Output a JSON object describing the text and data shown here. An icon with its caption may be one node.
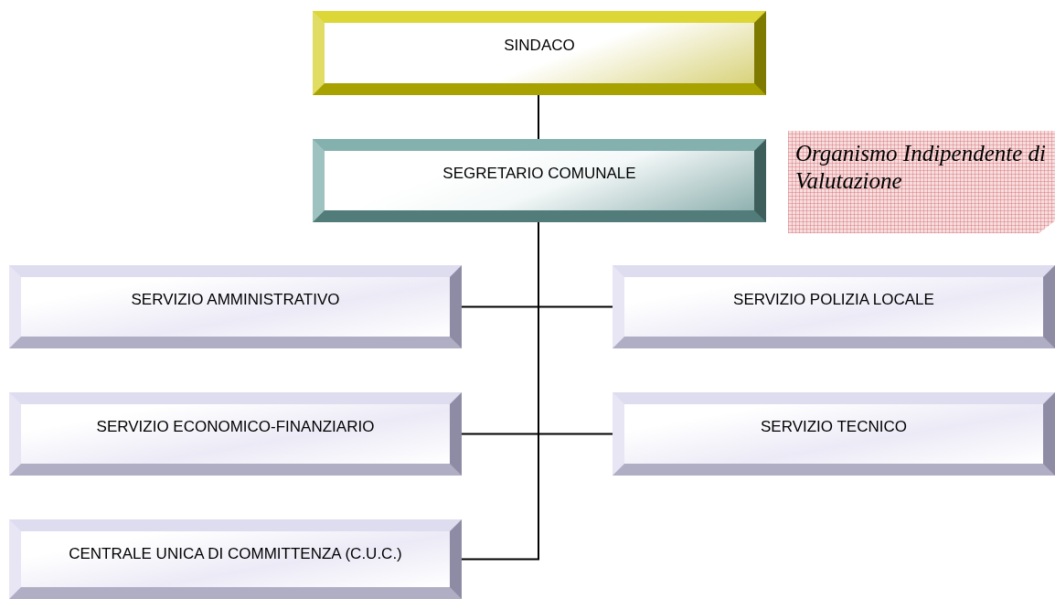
{
  "diagram": {
    "nodes": [
      {
        "text": [
          "SINDACO"
        ]
      },
      {
        "text": [
          "SEGRETARIO COMUNALE"
        ]
      },
      {
        "text": [
          "Organismo Indipendente di Valutazione"
        ]
      },
      {
        "text": [
          "SERVIZIO AMMINISTRATIVO"
        ]
      },
      {
        "text": [
          "SERVIZIO POLIZIA LOCALE"
        ]
      },
      {
        "text": [
          "SERVIZIO ECONOMICO-FINANZIARIO"
        ]
      },
      {
        "text": [
          "SERVIZIO TECNICO"
        ]
      },
      {
        "text": [
          "CENTRALE UNICA DI COMMITTENZA (C.U.C.)"
        ]
      }
    ],
    "edges": [
      {
        "from": 0,
        "to": 1,
        "arrow": "none"
      },
      {
        "from": 1,
        "to": 3,
        "arrow": "none"
      },
      {
        "from": 1,
        "to": 4,
        "arrow": "none"
      },
      {
        "from": 1,
        "to": 5,
        "arrow": "none"
      },
      {
        "from": 1,
        "to": 6,
        "arrow": "none"
      },
      {
        "from": 1,
        "to": 7,
        "arrow": "none"
      }
    ]
  }
}
